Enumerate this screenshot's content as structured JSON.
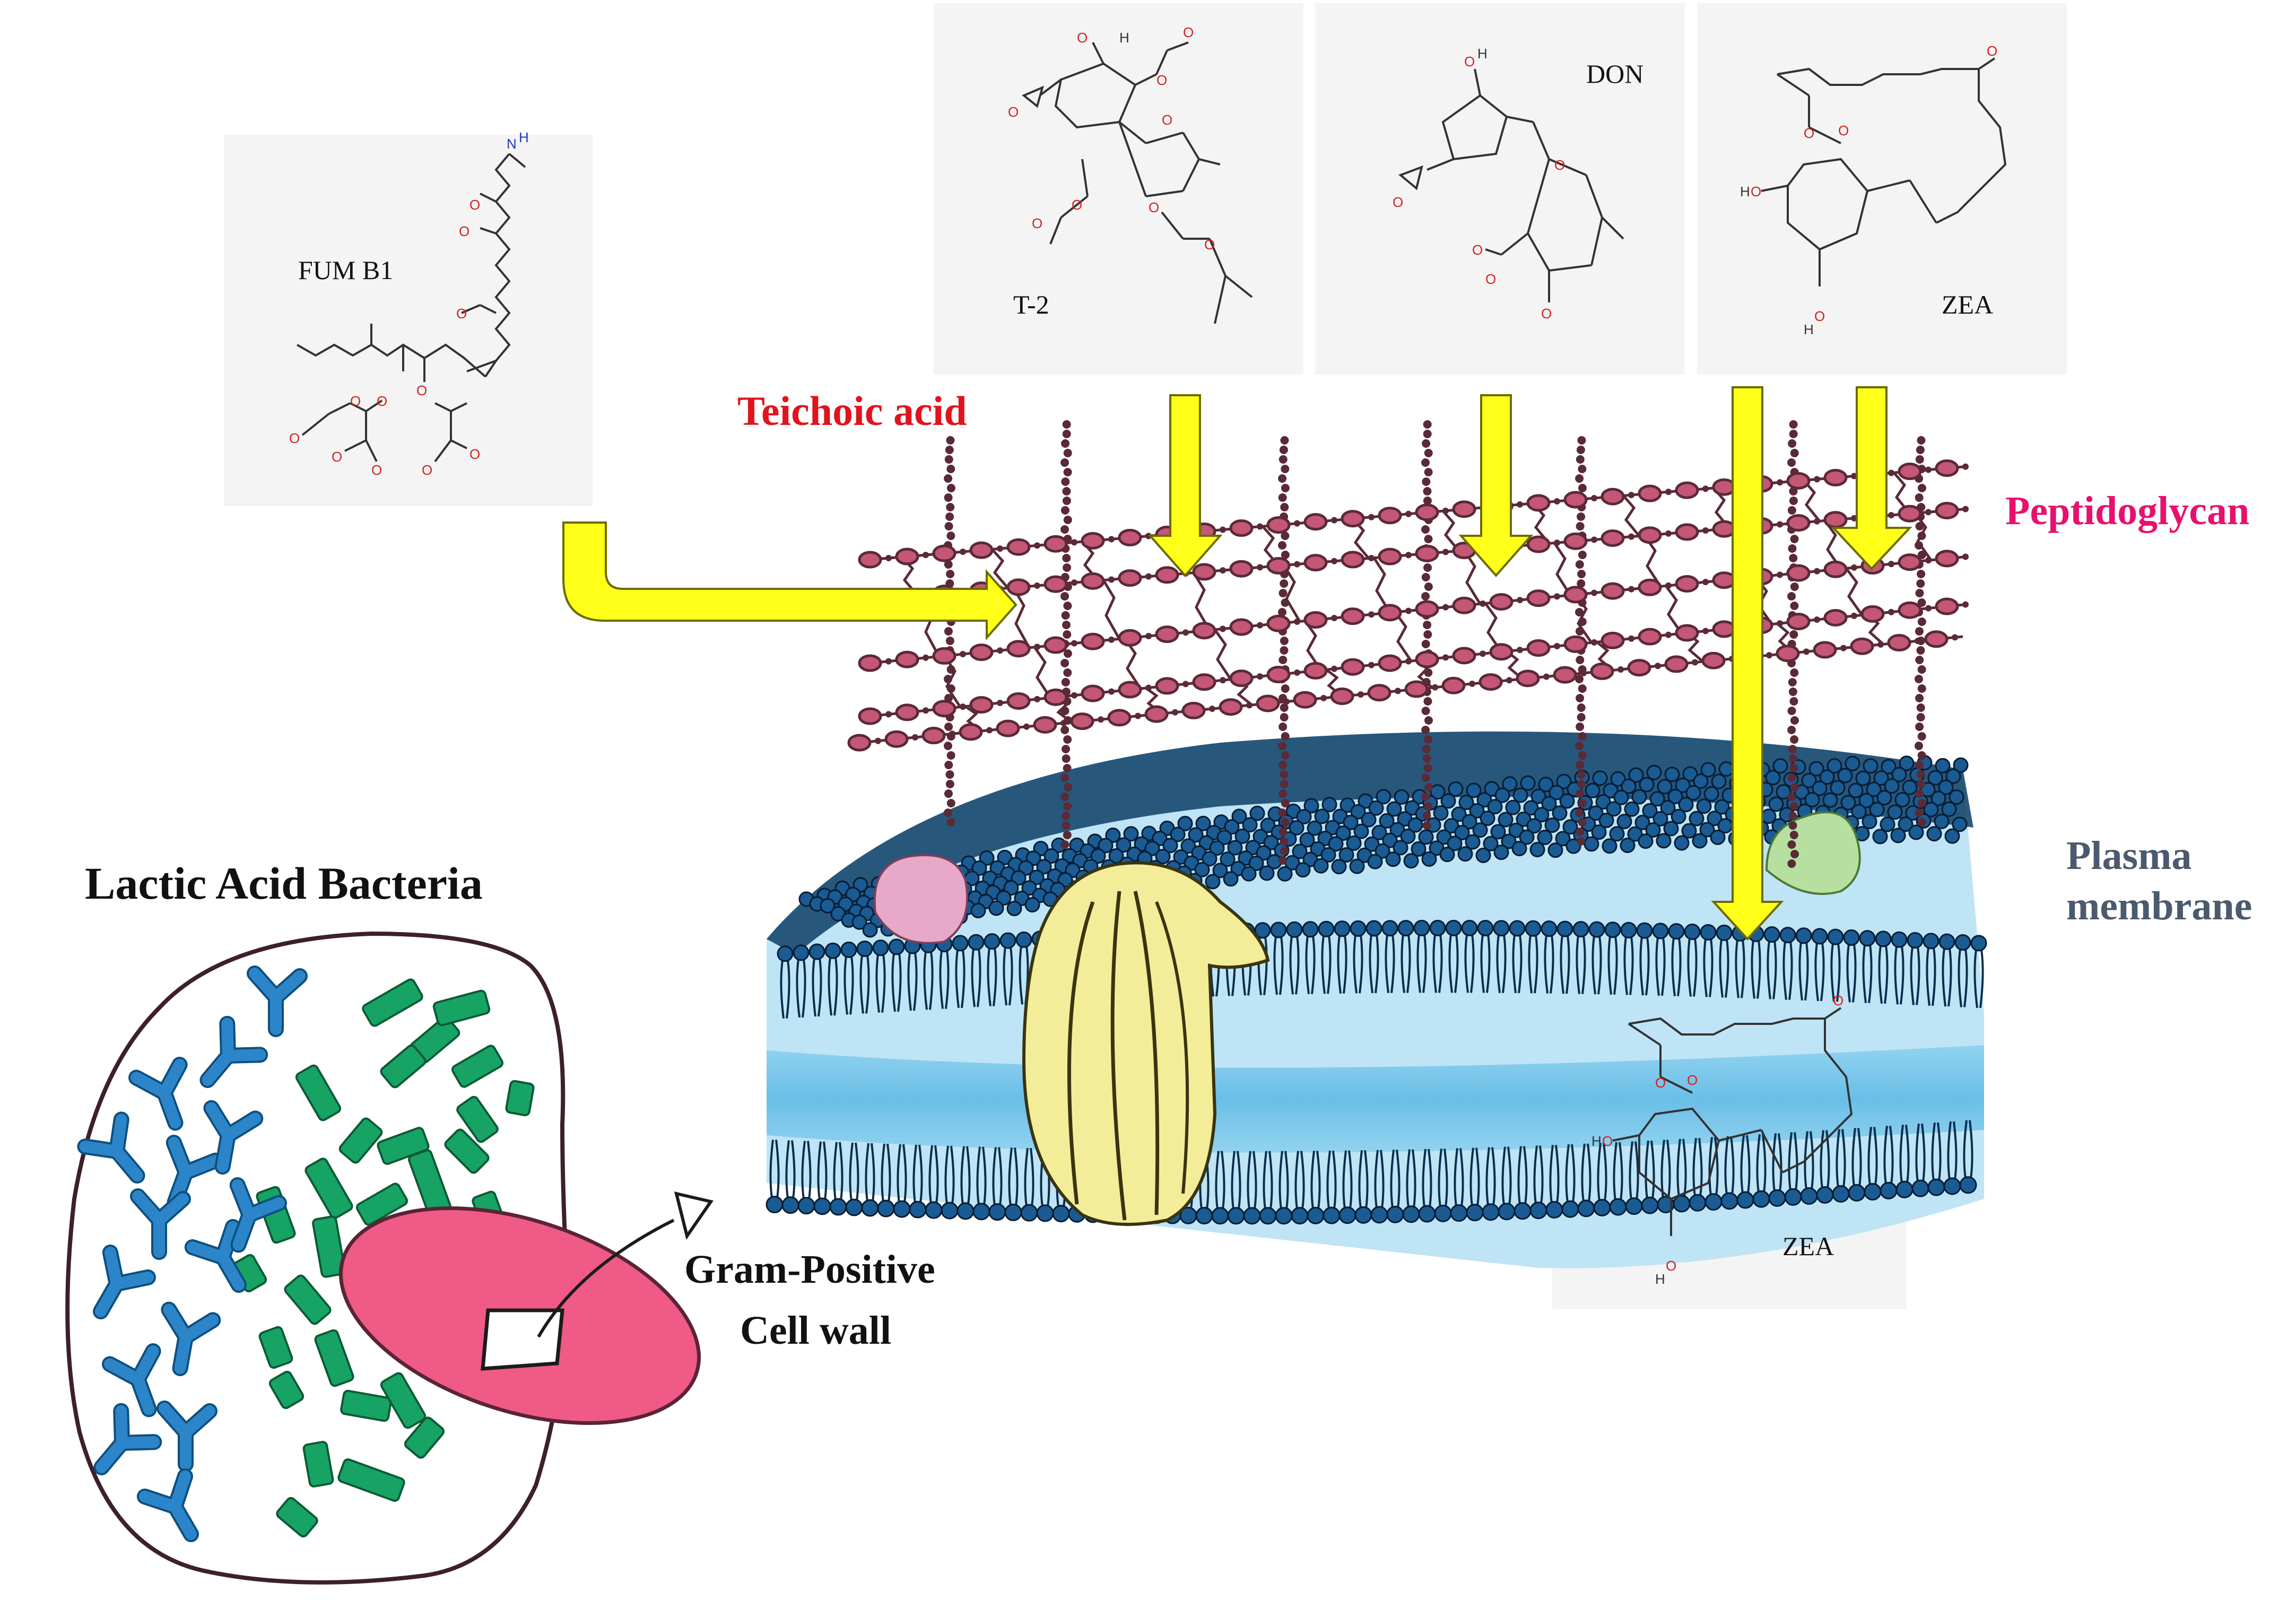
{
  "molecules": {
    "fum": {
      "name": "FUM B1",
      "atoms": {
        "n": "N",
        "h": "H",
        "o": "O"
      }
    },
    "t2": {
      "name": "T-2",
      "atoms": {
        "o": "O",
        "h": "H"
      }
    },
    "don": {
      "name": "DON",
      "atoms": {
        "o": "O",
        "h": "H"
      }
    },
    "zea": {
      "name": "ZEA",
      "atoms": {
        "o": "O",
        "h": "H"
      }
    },
    "zea_inner": {
      "name": "ZEA",
      "atoms": {
        "o": "O",
        "h": "H"
      }
    }
  },
  "labels": {
    "teichoic": "Teichoic acid",
    "peptidoglycan": "Peptidoglycan",
    "plasma_line1": "Plasma",
    "plasma_line2": "membrane",
    "lab": "Lactic Acid Bacteria",
    "gram_line1": "Gram-Positive",
    "gram_line2": "Cell wall"
  },
  "colors": {
    "arrow_fill": "#ffff1a",
    "arrow_stroke": "#6b6b00",
    "teichoic": "#e0141e",
    "peptidoglycan": "#e8106e",
    "plasma": "#4b5a6e",
    "lipid_head": "#0e4f86",
    "membrane_band": "#6cc1e8",
    "peptidoglycan_strand": "#5a2a36",
    "bacteria_green": "#16a364",
    "bacteria_blue": "#2c85c9",
    "cell_pink": "#ef5a87",
    "oxygen": "#d42020",
    "nitrogen": "#2533c9"
  }
}
